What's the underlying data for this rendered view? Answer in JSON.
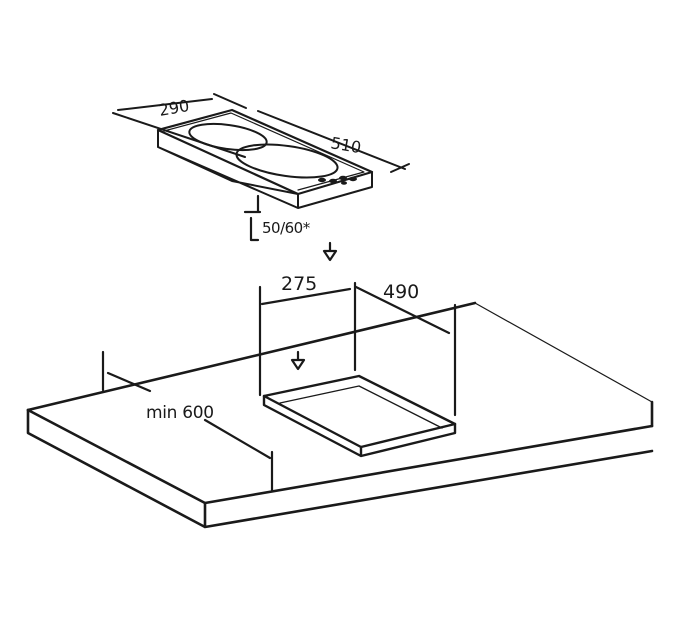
{
  "hob_dimensions": {
    "width_label": "290",
    "depth_label": "510",
    "height_label": "50/60*"
  },
  "cutout_dimensions": {
    "width_label": "275",
    "depth_label": "490"
  },
  "worktop": {
    "min_depth_label": "min 600"
  },
  "colors": {
    "line": "#1a1a1a",
    "background": "#ffffff"
  },
  "icons": [
    "down-arrow-icon"
  ]
}
